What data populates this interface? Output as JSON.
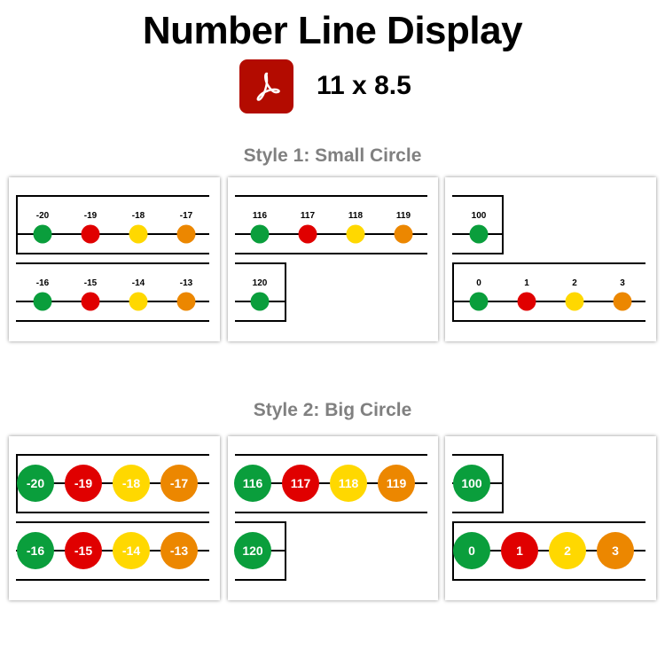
{
  "header": {
    "title": "Number Line Display",
    "file_icon": "adobe-pdf-icon",
    "page_size": "11 x 8.5"
  },
  "colors": {
    "green": "#0a9e3c",
    "red": "#e00000",
    "yellow": "#ffd800",
    "orange": "#ec8700",
    "pdf_red": "#b30b00",
    "section_gray": "#808080"
  },
  "sections": [
    {
      "title": "Style 1: Small Circle",
      "panels": [
        {
          "rows": [
            [
              "-20",
              "-19",
              "-18",
              "-17"
            ],
            [
              "-16",
              "-15",
              "-14",
              "-13"
            ]
          ]
        },
        {
          "rows": [
            [
              "116",
              "117",
              "118",
              "119"
            ],
            [
              "120"
            ]
          ]
        },
        {
          "rows": [
            [
              "100"
            ],
            [
              "0",
              "1",
              "2",
              "3"
            ]
          ]
        }
      ]
    },
    {
      "title": "Style 2: Big Circle",
      "panels": [
        {
          "rows": [
            [
              "-20",
              "-19",
              "-18",
              "-17"
            ],
            [
              "-16",
              "-15",
              "-14",
              "-13"
            ]
          ]
        },
        {
          "rows": [
            [
              "116",
              "117",
              "118",
              "119"
            ],
            [
              "120"
            ]
          ]
        },
        {
          "rows": [
            [
              "100"
            ],
            [
              "0",
              "1",
              "2",
              "3"
            ]
          ]
        }
      ]
    }
  ]
}
